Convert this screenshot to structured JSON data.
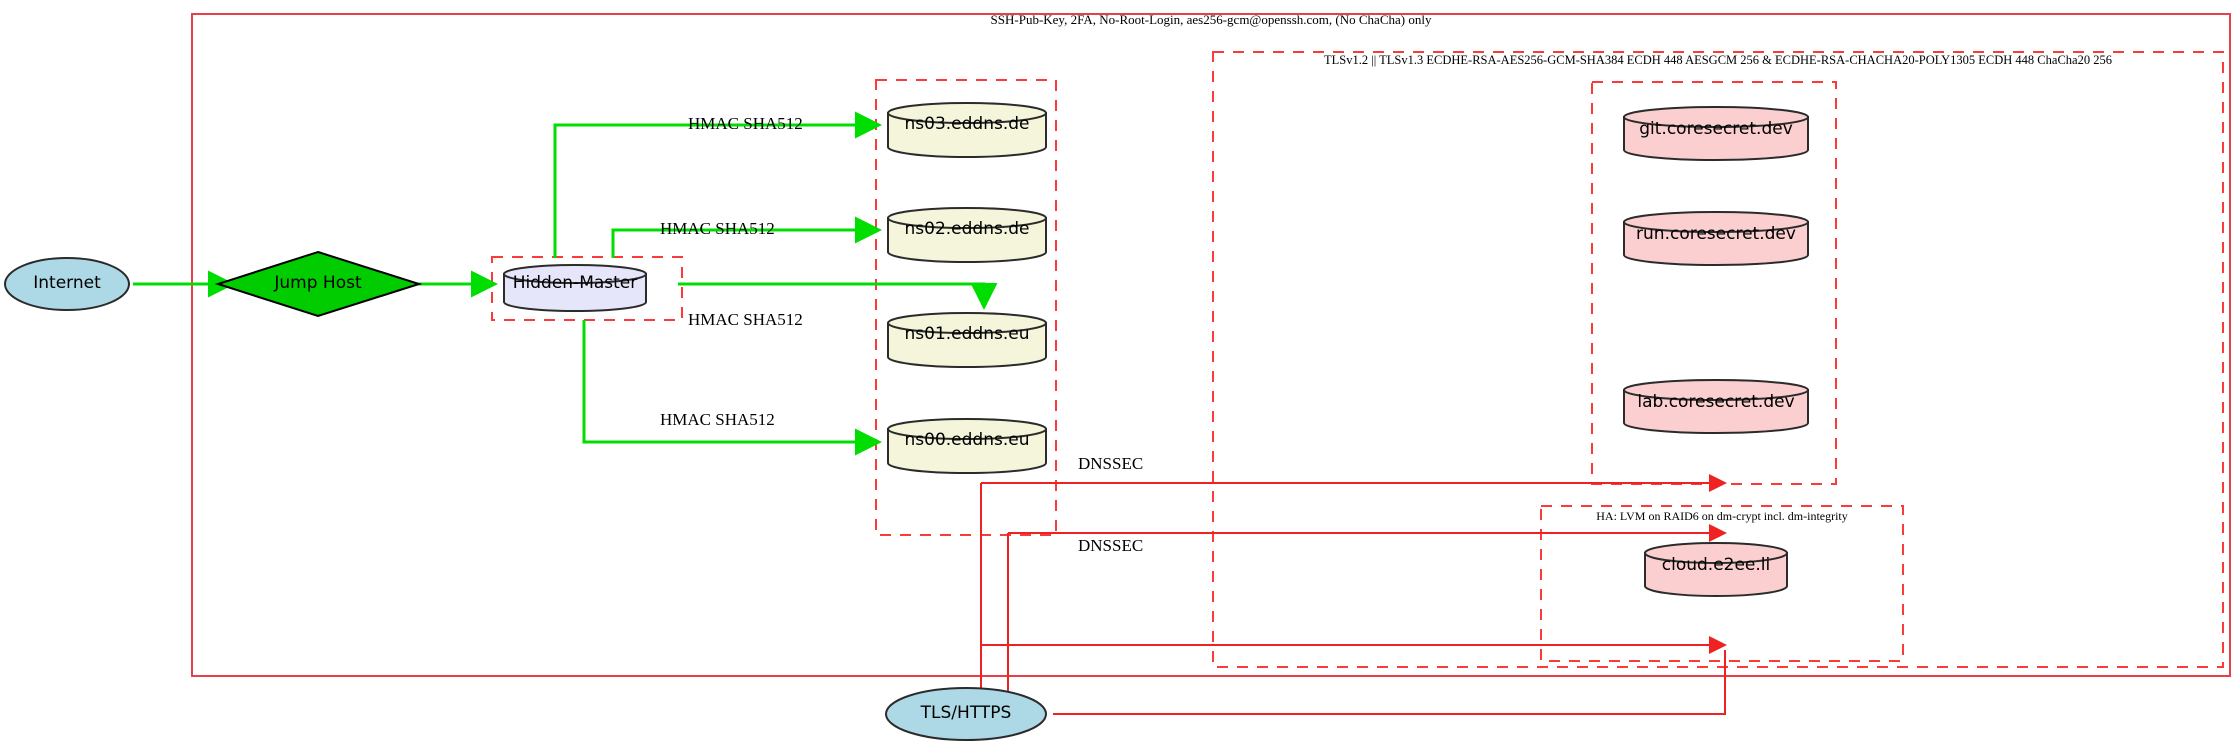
{
  "diagram": {
    "type": "network-architecture",
    "colors": {
      "boundary_red": "#e8404a",
      "cluster_dash_red": "#fb3b3b",
      "edge_green": "#00dd00",
      "edge_red": "#ee2222",
      "internet_fill": "#add8e6",
      "jumphost_fill": "#00cc00",
      "hidden_master_fill": "#e6e6fa",
      "dns_fill": "#f5f5dc",
      "service_fill": "#fbcfcf",
      "stroke_dark": "#2b2b2b"
    },
    "clusters": [
      {
        "id": "ssh-boundary",
        "label": "SSH-Pub-Key, 2FA, No-Root-Login, aes256-gcm@openssh.com, (No ChaCha) only"
      },
      {
        "id": "tls-boundary",
        "label": "TLSv1.2 || TLSv1.3 ECDHE-RSA-AES256-GCM-SHA384 ECDH 448 AESGCM 256 & ECDHE-RSA-CHACHA20-POLY1305 ECDH 448 ChaCha20 256"
      },
      {
        "id": "ha-boundary",
        "label": "HA: LVM on RAID6 on dm-crypt incl. dm-integrity"
      },
      {
        "id": "hidden-master-box",
        "label": ""
      },
      {
        "id": "dns-box",
        "label": ""
      },
      {
        "id": "coresecret-box",
        "label": ""
      }
    ],
    "nodes": [
      {
        "id": "internet",
        "label": "Internet",
        "shape": "ellipse",
        "fill": "#add8e6"
      },
      {
        "id": "jumphost",
        "label": "Jump Host",
        "shape": "diamond",
        "fill": "#00cc00"
      },
      {
        "id": "hidden-master",
        "label": "Hidden-Master",
        "shape": "cylinder",
        "fill": "#e6e6fa"
      },
      {
        "id": "ns03",
        "label": "ns03.eddns.de",
        "shape": "cylinder",
        "fill": "#f5f5dc"
      },
      {
        "id": "ns02",
        "label": "ns02.eddns.de",
        "shape": "cylinder",
        "fill": "#f5f5dc"
      },
      {
        "id": "ns01",
        "label": "ns01.eddns.eu",
        "shape": "cylinder",
        "fill": "#f5f5dc"
      },
      {
        "id": "ns00",
        "label": "ns00.eddns.eu",
        "shape": "cylinder",
        "fill": "#f5f5dc"
      },
      {
        "id": "git",
        "label": "git.coresecret.dev",
        "shape": "cylinder",
        "fill": "#fbcfcf"
      },
      {
        "id": "run",
        "label": "run.coresecret.dev",
        "shape": "cylinder",
        "fill": "#fbcfcf"
      },
      {
        "id": "lab",
        "label": "lab.coresecret.dev",
        "shape": "cylinder",
        "fill": "#fbcfcf"
      },
      {
        "id": "cloud",
        "label": "cloud.e2ee.li",
        "shape": "cylinder",
        "fill": "#fbcfcf"
      },
      {
        "id": "tlshttps",
        "label": "TLS/HTTPS",
        "shape": "ellipse",
        "fill": "#add8e6"
      }
    ],
    "edge_labels": [
      {
        "id": "hmac-ns03",
        "label": "HMAC SHA512"
      },
      {
        "id": "hmac-ns02",
        "label": "HMAC SHA512"
      },
      {
        "id": "hmac-ns01",
        "label": "HMAC SHA512"
      },
      {
        "id": "hmac-ns00",
        "label": "HMAC SHA512"
      },
      {
        "id": "dnssec-1",
        "label": "DNSSEC"
      },
      {
        "id": "dnssec-2",
        "label": "DNSSEC"
      }
    ]
  }
}
